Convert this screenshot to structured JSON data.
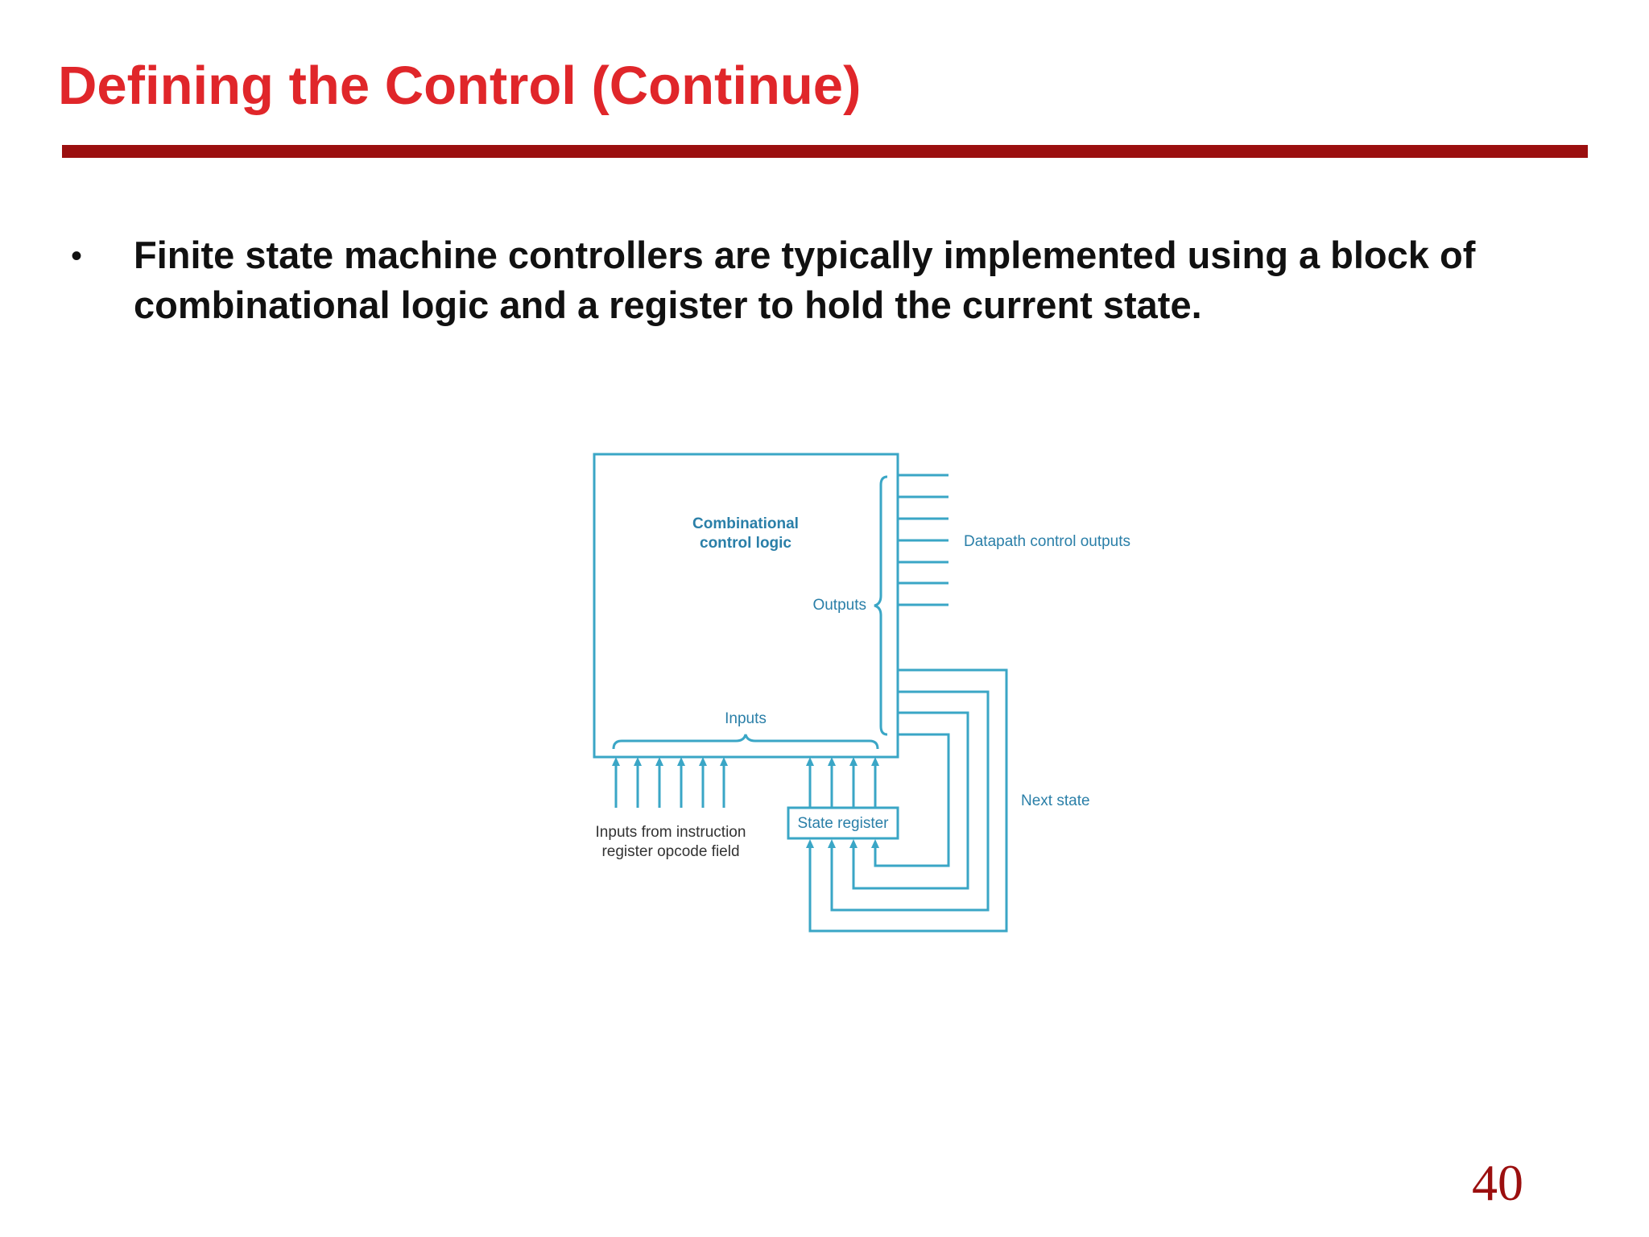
{
  "slide": {
    "title": "Defining the Control (Continue)",
    "bullet": "Finite state machine controllers are typically implemented using a block of combinational logic and a register to hold the current state.",
    "page_number": "40"
  },
  "diagram": {
    "logic_label_line1": "Combinational",
    "logic_label_line2": "control logic",
    "outputs_label": "Outputs",
    "datapath_label": "Datapath control outputs",
    "inputs_label": "Inputs",
    "opcode_label_line1": "Inputs from instruction",
    "opcode_label_line2": "register opcode field",
    "state_register_label": "State register",
    "next_state_label": "Next state",
    "line_color": "#3aa6c6",
    "label_color": "#2a7fa8"
  }
}
